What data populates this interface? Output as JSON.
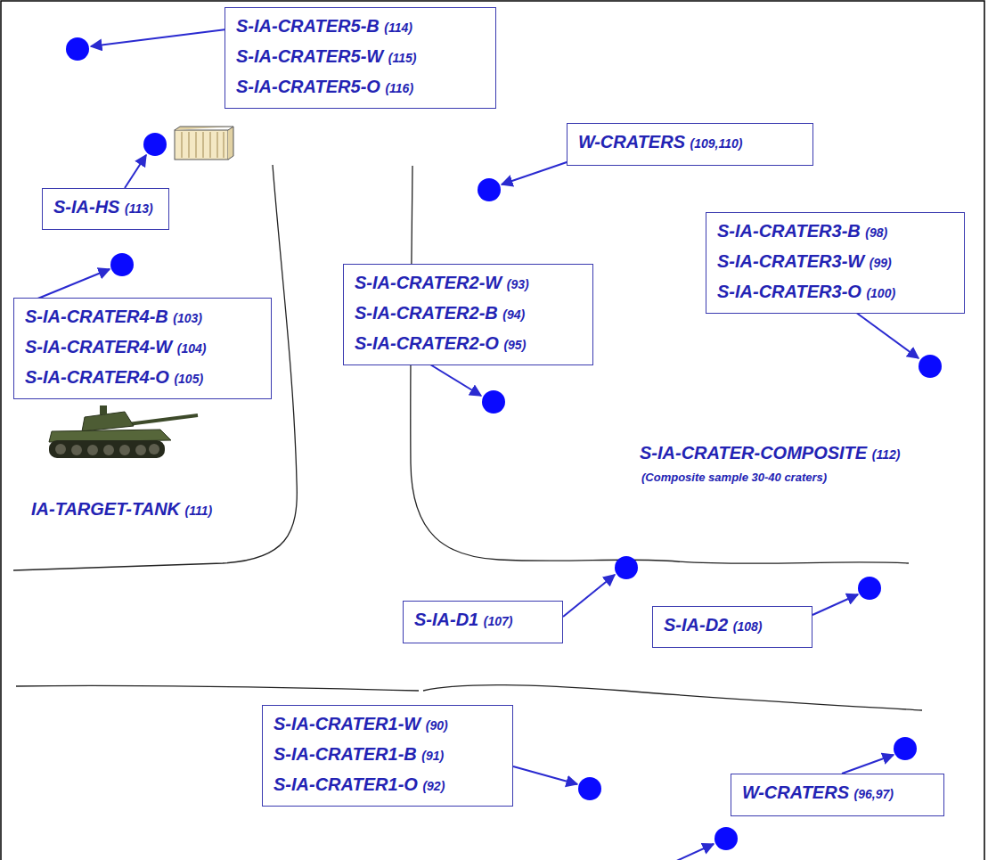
{
  "diagram": {
    "nodes": [
      {
        "text": [
          "S-IA-CRATER5-B (114)",
          "S-IA-CRATER5-W (115)",
          "S-IA-CRATER5-O (116)"
        ]
      },
      {
        "text": [
          "W-CRATERS (109,110)"
        ]
      },
      {
        "text": [
          "S-IA-HS (113)"
        ]
      },
      {
        "text": [
          "S-IA-CRATER3-B (98)",
          "S-IA-CRATER3-W (99)",
          "S-IA-CRATER3-O (100)"
        ]
      },
      {
        "text": [
          "S-IA-CRATER2-W (93)",
          "S-IA-CRATER2-B (94)",
          "S-IA-CRATER2-O (95)"
        ]
      },
      {
        "text": [
          "S-IA-CRATER4-B (103)",
          "S-IA-CRATER4-W (104)",
          "S-IA-CRATER4-O (105)"
        ]
      },
      {
        "text": [
          "S-IA-D1 (107)"
        ]
      },
      {
        "text": [
          "S-IA-D2 (108)"
        ]
      },
      {
        "text": [
          "S-IA-CRATER1-W (90)",
          "S-IA-CRATER1-B (91)",
          "S-IA-CRATER1-O (92)"
        ]
      },
      {
        "text": [
          "W-CRATERS (96,97)"
        ]
      }
    ],
    "labels": [
      "IA-TARGET-TANK (111)",
      "S-IA-CRATER-COMPOSITE (112)",
      "(Composite sample 30-40 craters)"
    ]
  }
}
